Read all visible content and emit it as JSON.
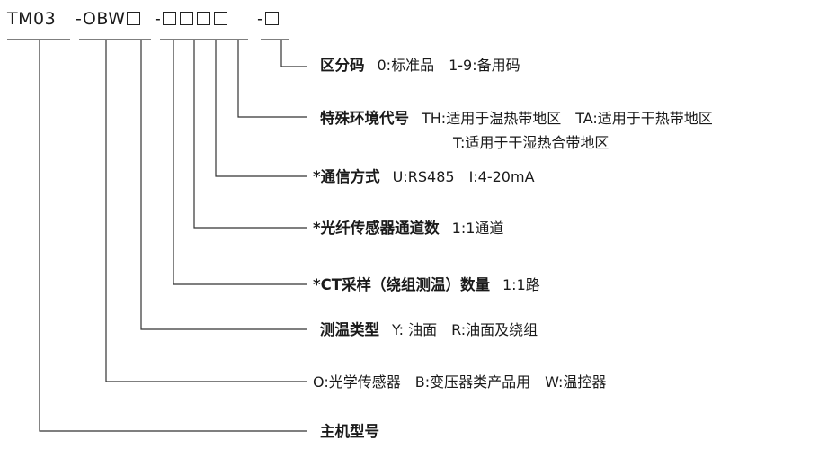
{
  "code": {
    "prefix": "TM03",
    "series": "-OBW",
    "dash1": "-",
    "dash2": "-"
  },
  "rows": [
    {
      "id": "zone",
      "title": "区分码",
      "options": [
        "0:标准品",
        "1-9:备用码"
      ]
    },
    {
      "id": "env",
      "title": "特殊环境代号",
      "options": [
        "TH:适用于温热带地区",
        "TA:适用于干热带地区"
      ],
      "line2": "T:适用于干湿热合带地区"
    },
    {
      "id": "comm",
      "title": "*通信方式",
      "options": [
        "U:RS485",
        "I:4-20mA"
      ]
    },
    {
      "id": "fiber",
      "title": "*光纤传感器通道数",
      "options": [
        "1:1通道"
      ]
    },
    {
      "id": "ct",
      "title": "*CT采样（绕组测温）数量",
      "options": [
        "1:1路"
      ]
    },
    {
      "id": "type",
      "title": "测温类型",
      "options": [
        "Y:  油面",
        "R:油面及绕组"
      ]
    },
    {
      "id": "prod",
      "title": "",
      "options": [
        "O:光学传感器",
        "B:变压器类产品用",
        "W:温控器"
      ]
    },
    {
      "id": "main",
      "title": "主机型号",
      "options": []
    }
  ]
}
